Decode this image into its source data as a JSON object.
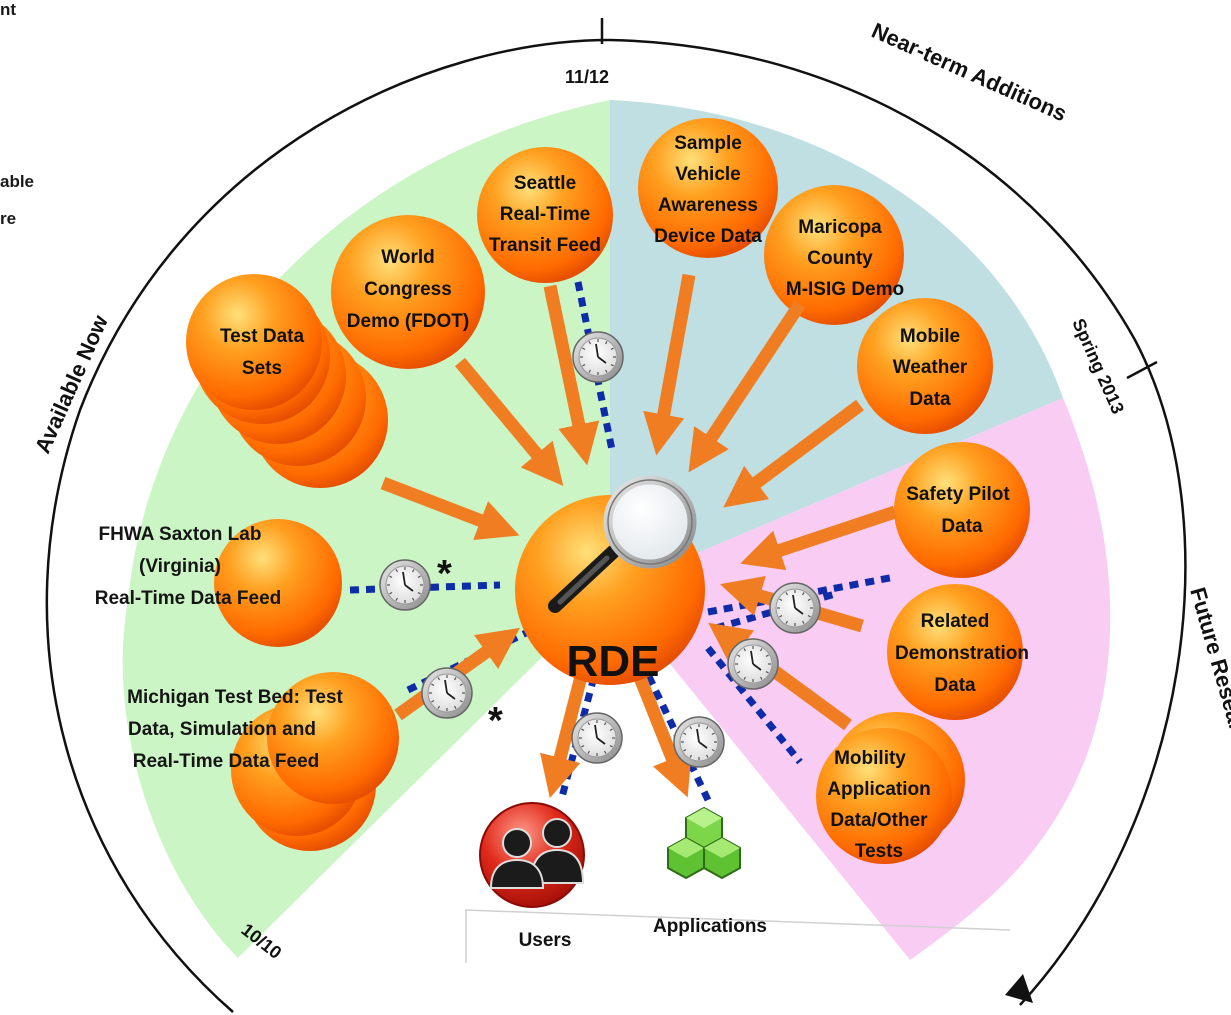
{
  "corner_text": [
    "nt",
    "able",
    "re"
  ],
  "arc_labels": {
    "available_now": "Available Now",
    "near_term": "Near-term Additions",
    "future": "Future Research Data"
  },
  "tick_labels": {
    "start": "10/10",
    "mid": "11/12",
    "spring": "Spring 2013"
  },
  "hub": {
    "label": "RDE"
  },
  "bubbles": {
    "test_data": [
      "Test Data",
      "Sets"
    ],
    "world_congress": [
      "World",
      "Congress",
      "Demo (FDOT)"
    ],
    "seattle": [
      "Seattle",
      "Real-Time",
      "Transit Feed"
    ],
    "sample_vehicle": [
      "Sample",
      "Vehicle",
      "Awareness",
      "Device Data"
    ],
    "maricopa": [
      "Maricopa",
      "County",
      "M-ISIG Demo"
    ],
    "mobile_weather": [
      "Mobile",
      "Weather",
      "Data"
    ],
    "safety_pilot": [
      "Safety Pilot",
      "Data"
    ],
    "related_demo": [
      "Related",
      "Demonstration",
      "Data"
    ],
    "mobility_app": [
      "Mobility",
      "Application",
      "Data/Other",
      "Tests"
    ]
  },
  "side_labels": {
    "fhwa": [
      "FHWA Saxton Lab",
      "(Virginia)",
      "Real-Time Data Feed"
    ],
    "michigan": [
      "Michigan Test Bed: Test",
      "Data, Simulation and",
      "Real-Time Data Feed"
    ]
  },
  "outputs": {
    "users": "Users",
    "applications": "Applications"
  },
  "asterisk": "*",
  "colors": {
    "available_sector": "#ccf5c6",
    "near_term_sector": "#bfdfe3",
    "future_sector": "#f9ccf3",
    "arrow": "#f07d22",
    "dashed_feed": "#0f2ca8",
    "bubble": "#ff7a0a"
  },
  "icons": [
    "magnifier-icon",
    "clock-icon",
    "users-icon",
    "applications-icon"
  ]
}
